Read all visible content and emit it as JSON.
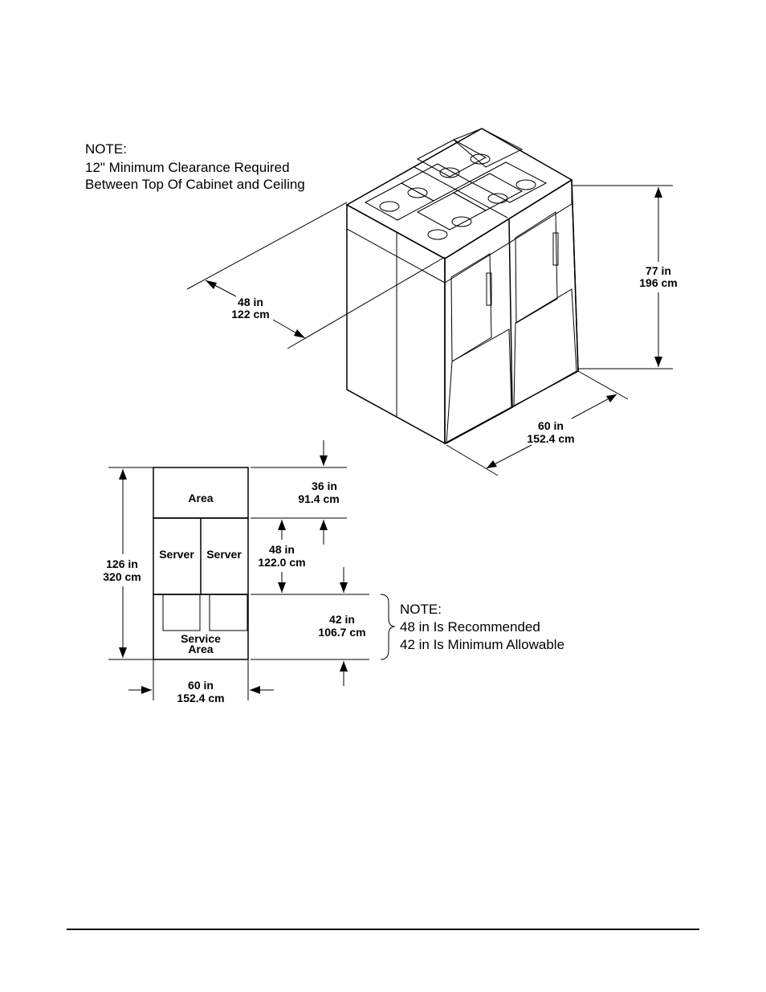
{
  "note_top": {
    "heading": "NOTE:",
    "line1": "12\" Minimum Clearance Required",
    "line2": "Between Top Of Cabinet and Ceiling"
  },
  "iso_dims": {
    "depth_in": "48 in",
    "depth_cm": "122 cm",
    "height_in": "77 in",
    "height_cm": "196 cm",
    "width_in": "60 in",
    "width_cm": "152.4 cm"
  },
  "plan": {
    "area_label": "Area",
    "server_left": "Server",
    "server_right": "Server",
    "service_line1": "Service",
    "service_line2": "Area",
    "total_in": "126 in",
    "total_cm": "320 cm",
    "front_in": "36 in",
    "front_cm": "91.4 cm",
    "server_in": "48 in",
    "server_cm": "122.0 cm",
    "rear_in": "42 in",
    "rear_cm": "106.7 cm",
    "width_in": "60 in",
    "width_cm": "152.4 cm"
  },
  "note_bottom": {
    "heading": "NOTE:",
    "line1": "48 in Is Recommended",
    "line2": "42 in Is Minimum Allowable"
  },
  "colors": {
    "area_fill": "#c4c4c4",
    "line": "#000000",
    "background": "#ffffff"
  }
}
